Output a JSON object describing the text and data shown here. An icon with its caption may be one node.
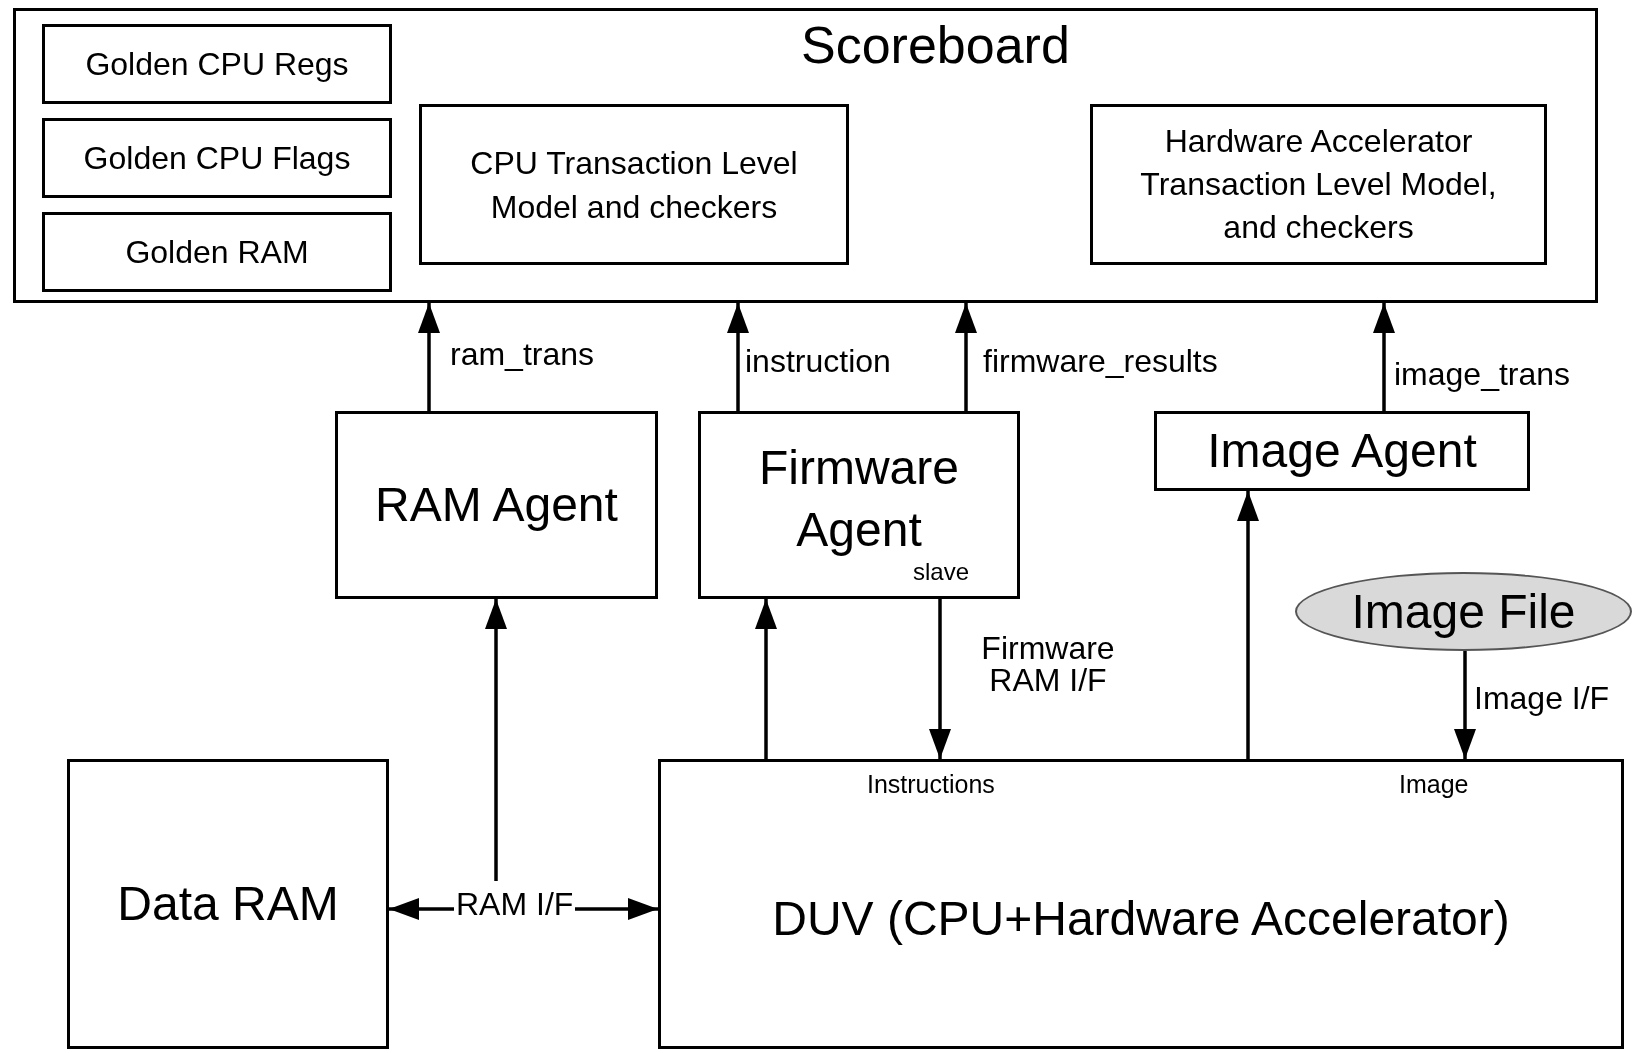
{
  "diagram": {
    "nodes": [
      {
        "text": [
          "Scoreboard"
        ]
      },
      {
        "text": [
          "Golden CPU Regs"
        ],
        "in": 0
      },
      {
        "text": [
          "Golden CPU Flags"
        ],
        "in": 0
      },
      {
        "text": [
          "Golden RAM"
        ],
        "in": 0
      },
      {
        "text": [
          "CPU Transaction Level Model and checkers"
        ],
        "in": 0
      },
      {
        "text": [
          "Hardware Accelerator Transaction Level Model, and checkers"
        ],
        "in": 0
      },
      {
        "text": [
          "RAM Agent"
        ]
      },
      {
        "text": [
          "Firmware Agent",
          "slave"
        ]
      },
      {
        "text": [
          "Image Agent"
        ]
      },
      {
        "text": [
          "Image File"
        ]
      },
      {
        "text": [
          "Data RAM"
        ]
      },
      {
        "text": [
          "Instructions",
          "Image",
          "DUV (CPU+Hardware Accelerator)"
        ]
      }
    ],
    "edges": [
      {
        "from": 6,
        "to": 0,
        "arrow": "to",
        "label": "ram_trans"
      },
      {
        "from": 7,
        "to": 0,
        "arrow": "to",
        "label": "instruction"
      },
      {
        "from": 7,
        "to": 0,
        "arrow": "to",
        "label": "firmware_results"
      },
      {
        "from": 8,
        "to": 0,
        "arrow": "to",
        "label": "image_trans"
      },
      {
        "from": null,
        "to": 6,
        "arrow": "to"
      },
      {
        "from": 10,
        "to": 11,
        "arrow": "both",
        "label": "RAM I/F"
      },
      {
        "from": 11,
        "to": 7,
        "arrow": "to"
      },
      {
        "from": 7,
        "to": 11,
        "arrow": "to",
        "label": "Firmware RAM I/F"
      },
      {
        "from": 11,
        "to": 8,
        "arrow": "to"
      },
      {
        "from": 9,
        "to": 11,
        "arrow": "to",
        "label": "Image I/F"
      }
    ]
  }
}
